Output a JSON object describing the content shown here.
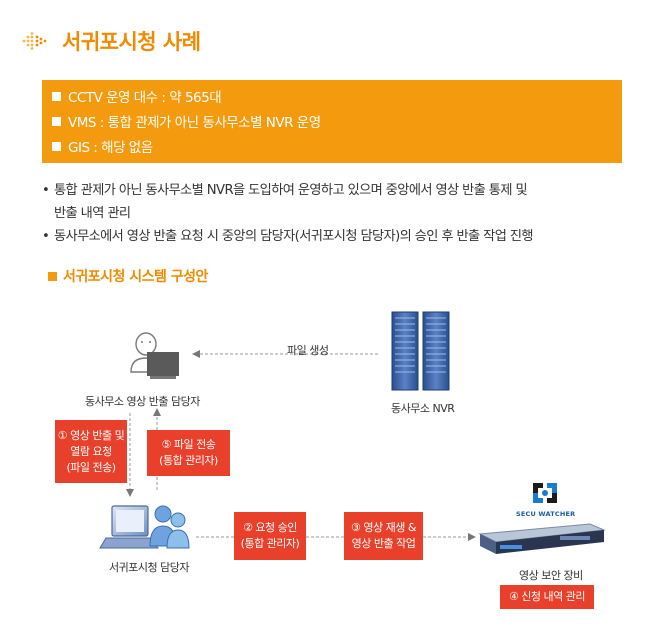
{
  "title": "서귀포시청 사례",
  "info_lines": [
    "CCTV 운영 대수 : 약 565대",
    "VMS : 통합 관제가 아닌 동사무소별 NVR 운영",
    "GIS : 해당 없음"
  ],
  "bullets": [
    {
      "line1": "통합 관제가 아닌 동사무소별 NVR을 도입하여 운영하고 있으며 중앙에서 영상 반출 통제 및",
      "line2": "반출 내역 관리"
    },
    {
      "line1": "동사무소에서 영상 반출 요청 시 중앙의 담당자(서귀포시청 담당자)의 승인 후 반출 작업 진행",
      "line2": ""
    }
  ],
  "subtitle": "서귀포시청 시스템 구성안",
  "diagram": {
    "dong_staff_label": "동사무소 영상 반출 담당자",
    "nvr_label": "동사무소 NVR",
    "file_create_label": "파일 생성",
    "city_staff_label": "서귀포시청 담당자",
    "device_label": "영상 보안 장비",
    "logo_text_top": "SECU WATCHER",
    "logo_text_bottom": "",
    "steps": {
      "s1": [
        "① 영상 반출 및",
        "열람 요청",
        "(파일 전송)"
      ],
      "s5": [
        "⑤ 파일 전송",
        "(통합 관리자)"
      ],
      "s2": [
        "② 요청 승인",
        "(통합 관리자)"
      ],
      "s3": [
        "③ 영상 재생 &",
        "영상 반출 작업"
      ],
      "s4": [
        "④ 신청 내역 관리"
      ]
    }
  },
  "colors": {
    "accent": "#f39a0f",
    "title": "#f08a00",
    "step_box": "#e8402b"
  }
}
